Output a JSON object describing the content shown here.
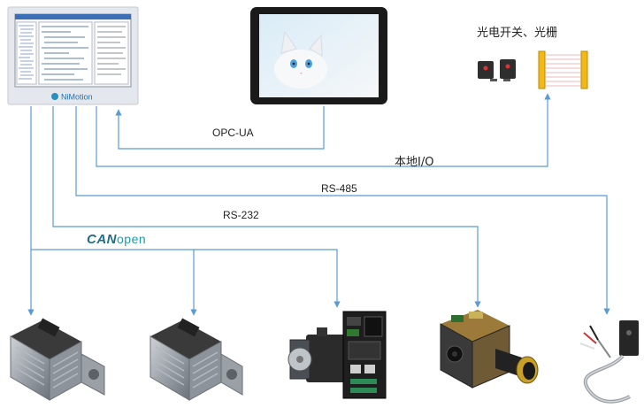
{
  "nodes": {
    "controller": {
      "brand": "NiMotion"
    },
    "hmi": {},
    "sensors": {
      "label": "光电开关、光栅"
    }
  },
  "connections": {
    "opcua": "OPC-UA",
    "local_io": "本地I/O",
    "rs485": "RS-485",
    "rs232": "RS-232",
    "canopen": {
      "part1": "CAN",
      "part2": "open"
    }
  },
  "devices": [
    {
      "icon": "stepper-motor-icon"
    },
    {
      "icon": "stepper-motor-icon"
    },
    {
      "icon": "servo-motor-and-drive-icon"
    },
    {
      "icon": "camera-module-icon"
    },
    {
      "icon": "encoder-sensor-icon"
    }
  ],
  "colors": {
    "line": "#5b9bd5",
    "controller_bezel": "#e4e8ee",
    "hmi_bezel": "#1a1a1a"
  }
}
